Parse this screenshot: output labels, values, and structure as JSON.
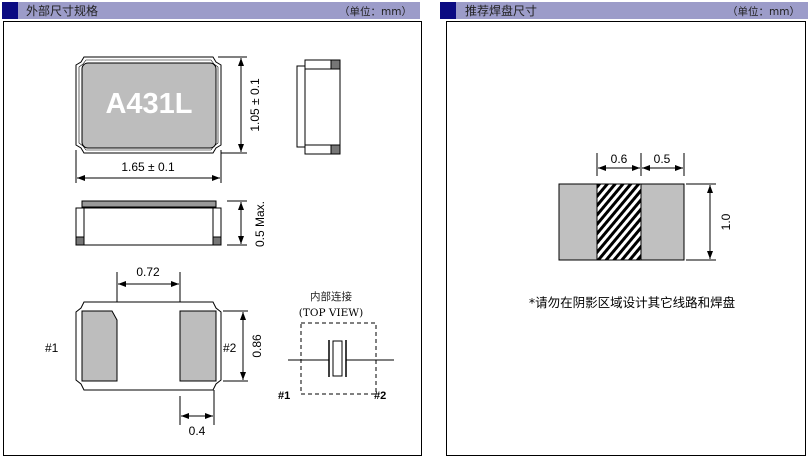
{
  "colors": {
    "header_bar": "#9c9cc9",
    "header_square": "#0b0b82",
    "pad_gray": "#c0c0c0",
    "body_gray": "#bdbdbd"
  },
  "left_panel": {
    "title": "外部尺寸规格",
    "unit": "（单位：mm）",
    "marking": "A431L",
    "dims": {
      "width": "1.65 ± 0.1",
      "height": "1.05 ± 0.1",
      "thickness": "0.5 Max.",
      "pad_gap": "0.72",
      "pad_height": "0.86",
      "pad_width": "0.4"
    },
    "pins": {
      "pin1": "#1",
      "pin2": "#2"
    },
    "internal": {
      "title": "内部连接",
      "subtitle": "(TOP VIEW)",
      "pin1": "#1",
      "pin2": "#2"
    }
  },
  "right_panel": {
    "title": "推荐焊盘尺寸",
    "unit": "（单位：mm）",
    "dims": {
      "gap": "0.6",
      "pad_width": "0.5",
      "pad_height": "1.0"
    },
    "note": "*请勿在阴影区域设计其它线路和焊盘"
  }
}
